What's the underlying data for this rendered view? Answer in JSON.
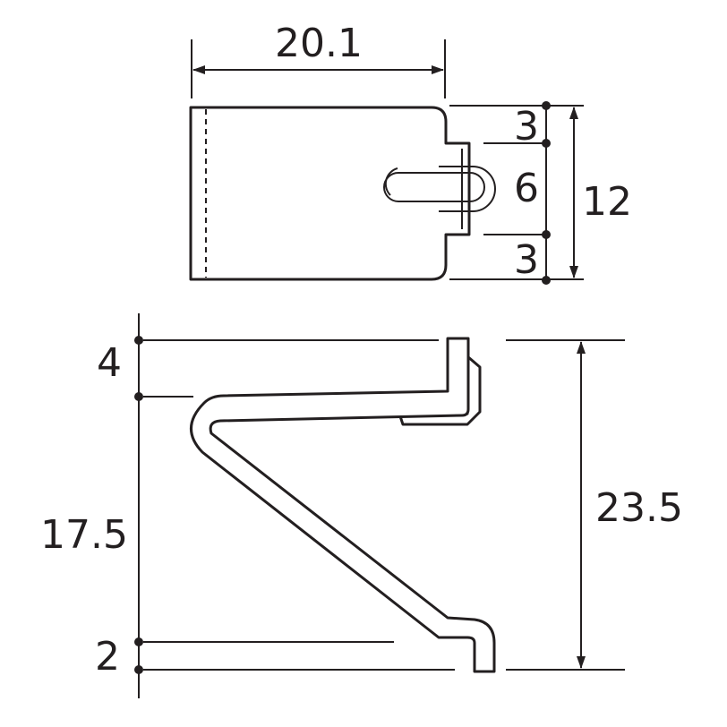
{
  "dimensions": {
    "top_width": "20.1",
    "top_section_upper": "3",
    "top_section_middle": "6",
    "top_section_lower": "3",
    "top_height": "12",
    "side_top_offset": "4",
    "side_vertical_span": "17.5",
    "side_bottom_offset": "2",
    "side_total_height": "23.5"
  },
  "colors": {
    "line": "#231f20",
    "background": "#ffffff"
  }
}
